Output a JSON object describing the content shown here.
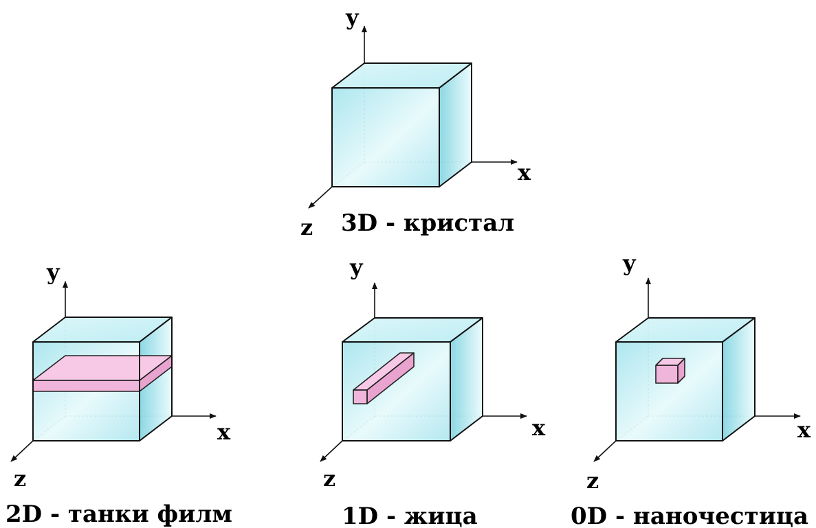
{
  "diagrams": {
    "d3": {
      "caption": "3D - кристал"
    },
    "d2": {
      "caption": "2D - танки филм"
    },
    "d1": {
      "caption": "1D - жица"
    },
    "d0": {
      "caption": "0D - наночестица"
    }
  },
  "axes": {
    "x": "x",
    "y": "y",
    "z": "z"
  },
  "colors": {
    "cube_front": "#bdeef4",
    "cube_top": "#d4f5f8",
    "cube_side": "#a6e0e8",
    "pink_light": "#f7c9e6",
    "pink_mid": "#f0b5da",
    "pink_dark": "#e8a4cf"
  }
}
